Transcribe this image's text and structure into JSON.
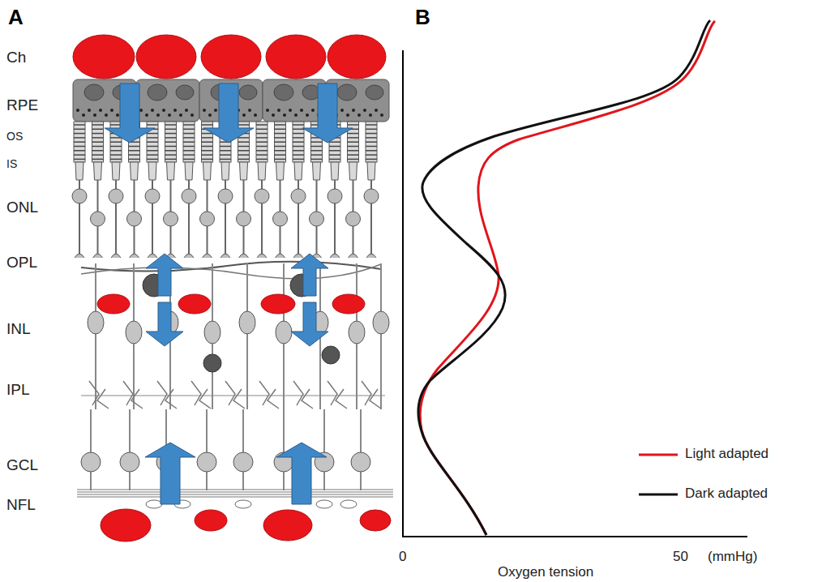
{
  "diagram": {
    "labels": [
      "A",
      "B",
      "Ch",
      "RPE",
      "OS",
      "IS",
      "ONL",
      "OPL",
      "INL",
      "IPL",
      "GCL",
      "NFL",
      "0",
      "50",
      "(mmHg)",
      "Oxygen tension"
    ],
    "legend": [
      {
        "text": "Light adapted"
      },
      {
        "text": "Dark adapted"
      }
    ]
  }
}
